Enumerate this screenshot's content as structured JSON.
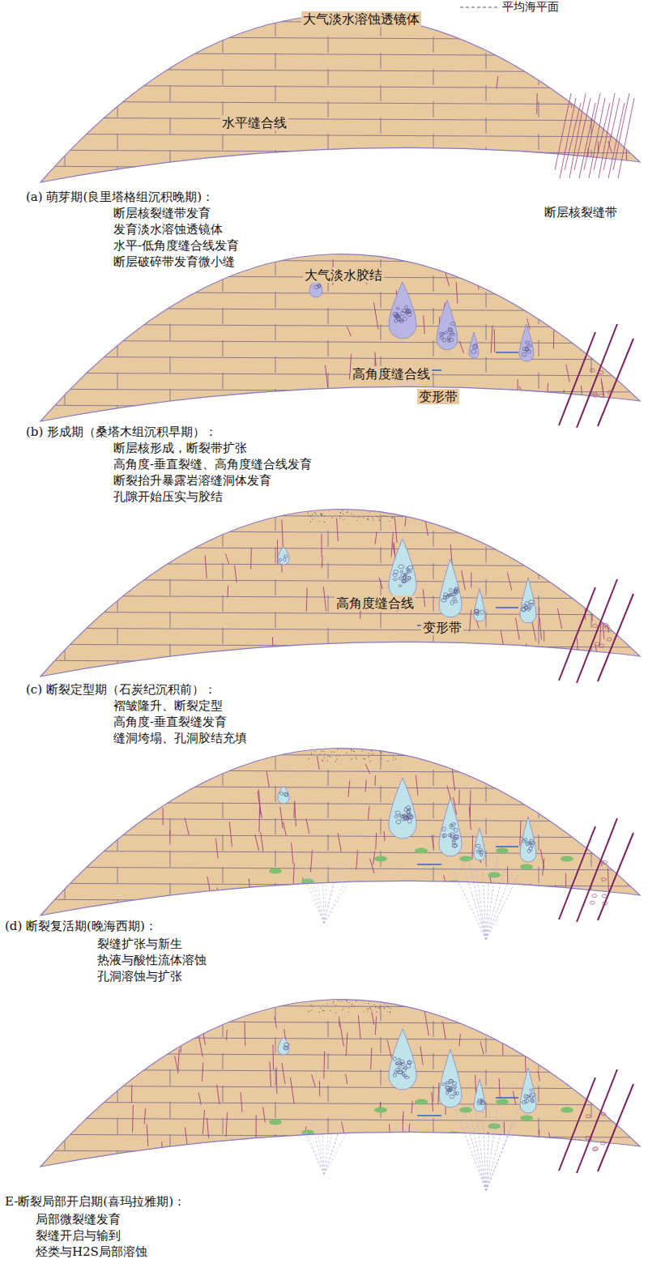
{
  "diagram": {
    "labels": [
      "大气淡水溶蚀透镜体",
      "平均海平面",
      "水平缝合线",
      "(a) 萌芽期(良里塔格组沉积晚期)：",
      "断层核裂缝带发育",
      "发育淡水溶蚀透镜体",
      "水平-低角度缝合线发育",
      "断层破碎带发育微小缝",
      "断层核裂缝带",
      "大气淡水胶结",
      "高角度缝合线",
      "变形带",
      "(b) 形成期（桑塔木组沉积早期）：",
      "断层核形成，断裂带扩张",
      "高角度-垂直裂缝、高角度缝合线发育",
      "断裂抬升暴露岩溶缝洞体发育",
      "孔隙开始压实与胶结",
      "高角度缝合线",
      "变形带",
      "(c) 断裂定型期（石炭纪沉积前）：",
      "褶皱隆升、断裂定型",
      "高角度-垂直裂缝发育",
      "缝洞垮塌、孔洞胶结充填",
      "(d) 断裂复活期(晚海西期)：",
      "裂缝扩张与新生",
      "热液与酸性流体溶蚀",
      "孔洞溶蚀与扩张",
      "E-断裂局部开启期(喜玛拉雅期)：",
      "局部微裂缝发育",
      "裂缝开启与输到",
      "烃类与H2S局部溶蚀"
    ]
  }
}
